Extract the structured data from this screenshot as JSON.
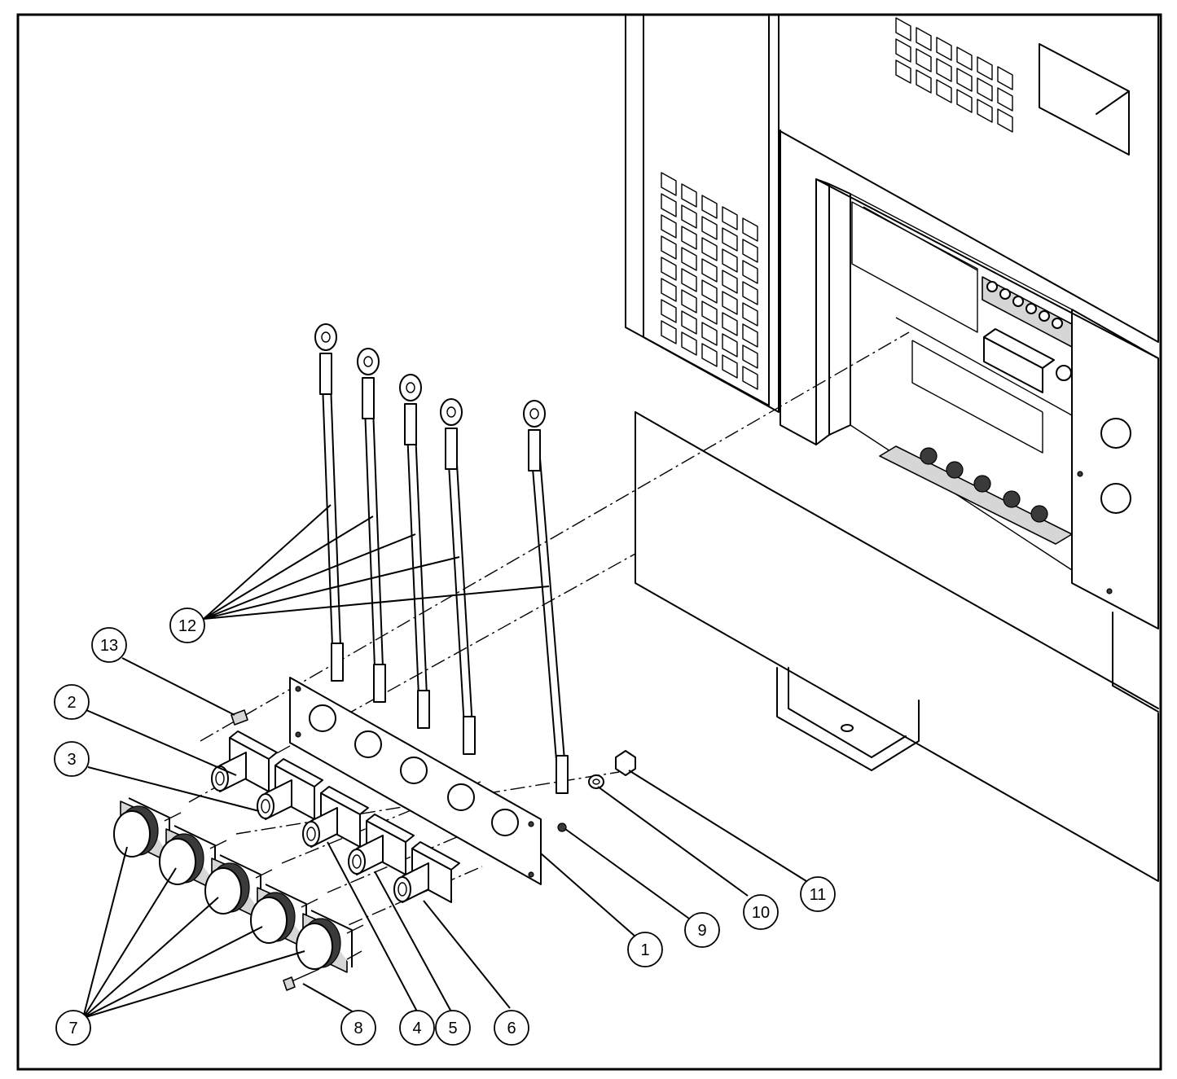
{
  "callouts": [
    {
      "id": "1",
      "label": "1"
    },
    {
      "id": "2",
      "label": "2"
    },
    {
      "id": "3",
      "label": "3"
    },
    {
      "id": "4",
      "label": "4"
    },
    {
      "id": "5",
      "label": "5"
    },
    {
      "id": "6",
      "label": "6"
    },
    {
      "id": "7",
      "label": "7"
    },
    {
      "id": "8",
      "label": "8"
    },
    {
      "id": "9",
      "label": "9"
    },
    {
      "id": "10",
      "label": "10"
    },
    {
      "id": "11",
      "label": "11"
    },
    {
      "id": "12",
      "label": "12"
    },
    {
      "id": "13",
      "label": "13"
    }
  ],
  "colors": {
    "line": "#000000",
    "background": "#ffffff",
    "shade": "#d6d6d6"
  }
}
